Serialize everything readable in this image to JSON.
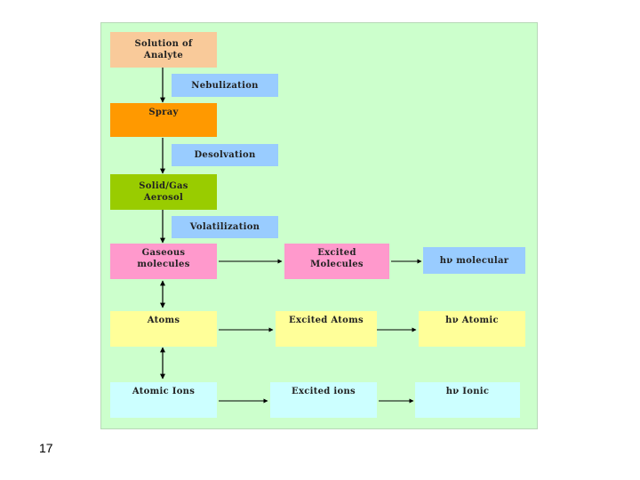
{
  "diagram": {
    "boxes": {
      "solution": {
        "line1": "Solution of",
        "line2": "Analyte",
        "color": "#f9ca9a"
      },
      "nebulization": {
        "label": "Nebulization",
        "color": "#99ccff"
      },
      "spray": {
        "label": "Spray",
        "color": "#ff9900"
      },
      "desolvation": {
        "label": "Desolvation",
        "color": "#99ccff"
      },
      "aerosol": {
        "line1": "Solid/Gas",
        "line2": "Aerosol",
        "color": "#99cc00"
      },
      "volatilization": {
        "label": "Volatilization",
        "color": "#99ccff"
      },
      "gaseous": {
        "line1": "Gaseous",
        "line2": "molecules",
        "color": "#ff99cc"
      },
      "excited_molecules": {
        "line1": "Excited",
        "line2": "Molecules",
        "color": "#ff99cc"
      },
      "hv_molecular": {
        "label": "hν molecular",
        "color": "#99ccff"
      },
      "atoms": {
        "label": "Atoms",
        "color": "#ffff99"
      },
      "excited_atoms": {
        "label": "Excited Atoms",
        "color": "#ffff99"
      },
      "hv_atomic": {
        "label": "hν Atomic",
        "color": "#ffff99"
      },
      "atomic_ions": {
        "label": "Atomic Ions",
        "color": "#ccffff"
      },
      "excited_ions": {
        "label": "Excited ions",
        "color": "#ccffff"
      },
      "hv_ionic": {
        "label": "hν Ionic",
        "color": "#ccffff"
      }
    },
    "panel_color": "#ccffcc",
    "arrow_color": "#000000"
  },
  "slide": {
    "page_number": "17"
  }
}
